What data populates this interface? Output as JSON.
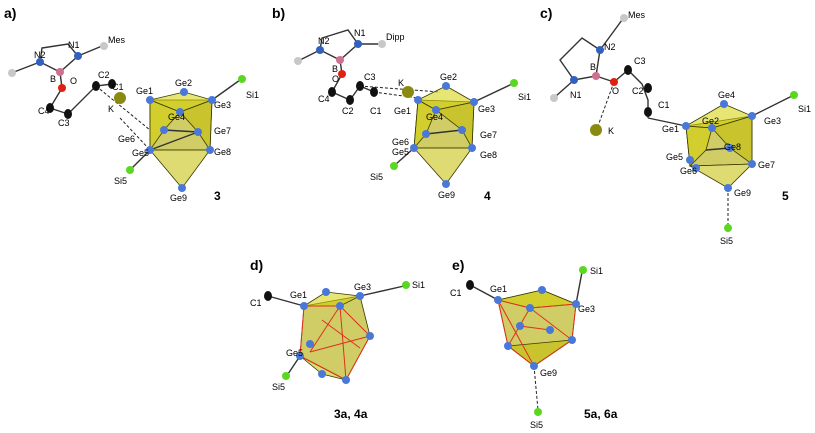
{
  "panels": {
    "a": {
      "label": "a)",
      "compound": "3",
      "atoms": {
        "mes": "Mes",
        "n1": "N1",
        "n2": "N2",
        "b": "B",
        "o": "O",
        "c1": "C1",
        "c2": "C2",
        "c3": "C3",
        "c4": "C4",
        "k": "K",
        "ge1": "Ge1",
        "ge2": "Ge2",
        "ge3": "Ge3",
        "ge4": "Ge4",
        "ge5": "Ge5",
        "ge6": "Ge6",
        "ge7": "Ge7",
        "ge8": "Ge8",
        "ge9": "Ge9",
        "si1": "Si1",
        "si5": "Si5"
      }
    },
    "b": {
      "label": "b)",
      "compound": "4",
      "atoms": {
        "dipp": "Dipp",
        "n1": "N1",
        "n2": "N2",
        "b": "B",
        "o": "O",
        "c1": "C1",
        "c2": "C2",
        "c3": "C3",
        "c4": "C4",
        "k": "K",
        "ge1": "Ge1",
        "ge2": "Ge2",
        "ge3": "Ge3",
        "ge4": "Ge4",
        "ge5": "Ge5",
        "ge6": "Ge6",
        "ge7": "Ge7",
        "ge8": "Ge8",
        "ge9": "Ge9",
        "si1": "Si1",
        "si5": "Si5"
      }
    },
    "c": {
      "label": "c)",
      "compound": "5",
      "atoms": {
        "mes": "Mes",
        "n1": "N1",
        "n2": "N2",
        "b": "B",
        "o": "O",
        "c1": "C1",
        "c2": "C2",
        "c3": "C3",
        "k": "K",
        "ge1": "Ge1",
        "ge2": "Ge2",
        "ge3": "Ge3",
        "ge4": "Ge4",
        "ge5": "Ge5",
        "ge6": "Ge6",
        "ge7": "Ge7",
        "ge8": "Ge8",
        "ge9": "Ge9",
        "si1": "Si1",
        "si5": "Si5"
      }
    },
    "d": {
      "label": "d)",
      "compound": "3a, 4a",
      "atoms": {
        "c1": "C1",
        "ge1": "Ge1",
        "ge3": "Ge3",
        "ge5": "Ge5",
        "si1": "Si1",
        "si5": "Si5"
      }
    },
    "e": {
      "label": "e)",
      "compound": "5a, 6a",
      "atoms": {
        "c1": "C1",
        "ge1": "Ge1",
        "ge3": "Ge3",
        "ge9": "Ge9",
        "si1": "Si1",
        "si5": "Si5"
      }
    }
  },
  "colors": {
    "ge": "#4a78d8",
    "si": "#5ad820",
    "c": "#111111",
    "o": "#e02010",
    "b": "#d07090",
    "n": "#3060c0",
    "k": "#8a8a10",
    "h": "#c8c8c8",
    "cluster": "#d4d000",
    "mesh": "#e0301e"
  }
}
